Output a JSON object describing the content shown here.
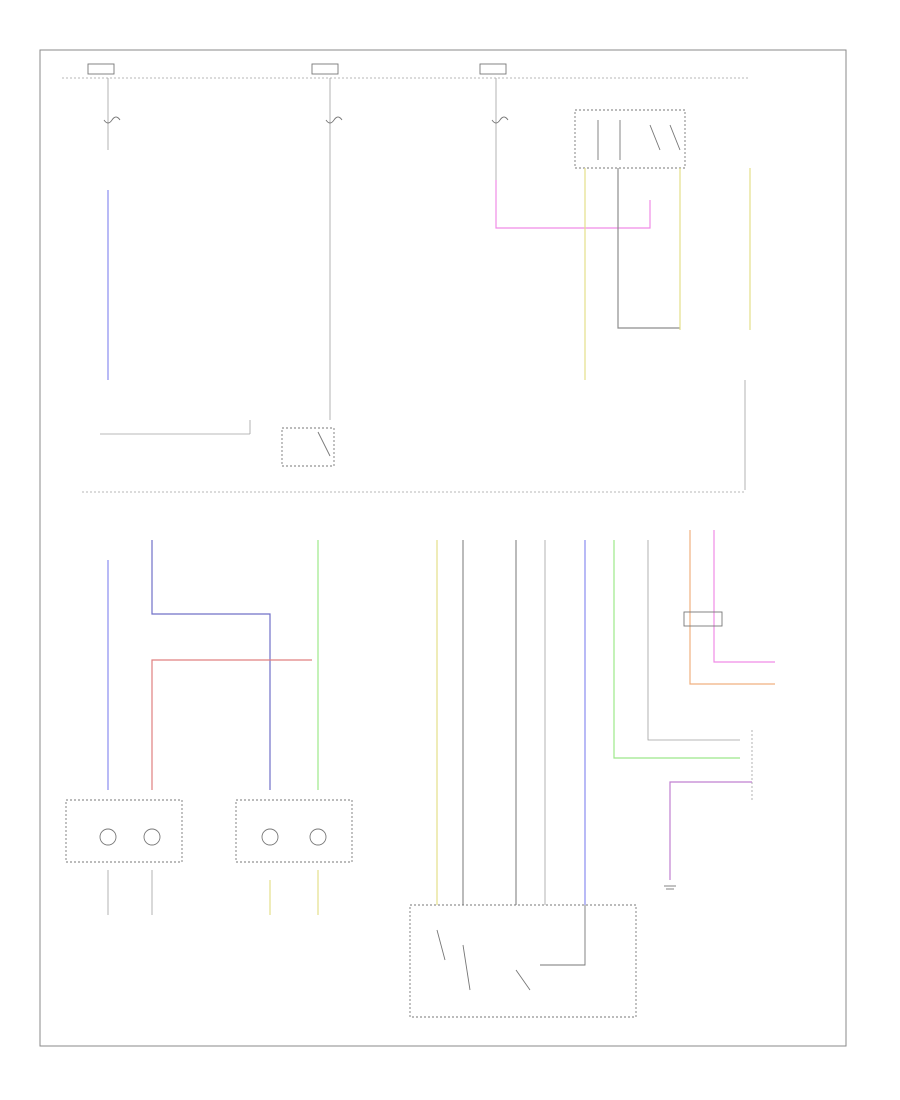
{
  "diagram": {
    "footer_text": "",
    "fuses": [
      {
        "name": "fuse-1",
        "label": ""
      },
      {
        "name": "fuse-2",
        "label": ""
      },
      {
        "name": "fuse-3",
        "label": ""
      }
    ],
    "components": {
      "legend": [
        "",
        ""
      ],
      "junction_box_label": "",
      "headlamp_switch_label": "",
      "right_headlamp_label": "",
      "left_headlamp_label": "",
      "relay_label": "",
      "illumination_label": "",
      "dimmer_label": ""
    },
    "wire_colors": {
      "blue": "#8a8cf0",
      "pink": "#f08ce6",
      "yellow": "#e4e08a",
      "green": "#9ce88a",
      "orange": "#f0b080",
      "red": "#e08080",
      "purple": "#c080d0",
      "gray": "#8e8e8e",
      "violet": "#7070c8"
    }
  }
}
